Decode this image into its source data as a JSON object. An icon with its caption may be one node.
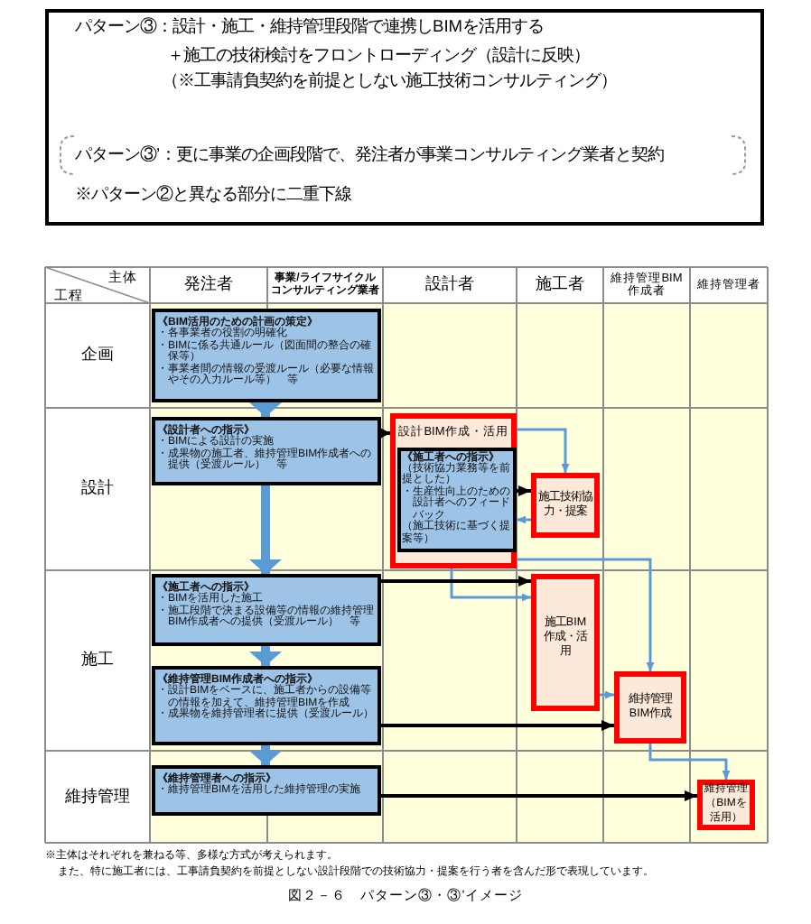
{
  "diagram": {
    "caption": "図２－６　パターン③・③’イメージ",
    "nodes": [
      {
        "text": [
          "パターン③：設計・施工・維持管理段階で連携しBIMを活用する",
          "＋施工の技術検討をフロントローディング（設計に反映）",
          "（※工事請負契約を前提としない施工技術コンサルティング）",
          "※パターン②と異なる部分に二重下線"
        ]
      },
      {
        "text": [
          "パターン③’：更に事業の企画段階で、発注者が事業コンサルティング業者と契約"
        ],
        "in": 0
      },
      {
        "text": [
          "《BIM活用のための計画の策定》",
          "・各事業者の役割の明確化",
          "・BIMに係る共通ルール（図面間の整合の確保等）",
          "・事業者間の情報の受渡ルール（必要な情報やその入力ルール等）　等"
        ]
      },
      {
        "text": [
          "《設計者への指示》",
          "・BIMによる設計の実施",
          "・成果物の施工者、維持管理BIM作成者への提供（受渡ルール）　等"
        ]
      },
      {
        "text": [
          "設計BIM作成・活用"
        ]
      },
      {
        "text": [
          "《施工者への指示》",
          "（技術協力業務等を前提とした）",
          "・生産性向上のための設計者へのフィードバック",
          "（施工技術に基づく提案等）"
        ],
        "in": 4
      },
      {
        "text": [
          "施工技術協力・提案"
        ]
      },
      {
        "text": [
          "《施工者への指示》",
          "・BIMを活用した施工",
          "・施工段階で決まる設備等の情報の維持管理BIM作成者への提供（受渡ルール）　等"
        ]
      },
      {
        "text": [
          "施工BIM作成・活用"
        ]
      },
      {
        "text": [
          "《維持管理BIM作成者への指示》",
          "・設計BIMをベースに、施工者からの設備等の情報を加えて、維持管理BIMを作成",
          "・成果物を維持管理者に提供（受渡ルール）"
        ]
      },
      {
        "text": [
          "維持管理BIM作成"
        ]
      },
      {
        "text": [
          "《維持管理者への指示》",
          "・維持管理BIMを活用した維持管理の実施"
        ]
      },
      {
        "text": [
          "維持管理（BIMを活用）"
        ]
      }
    ],
    "edges": [
      {
        "from": 2,
        "to": 3,
        "arrow": "to",
        "style": "thick"
      },
      {
        "from": 3,
        "to": 4,
        "arrow": "to",
        "color": "#000000"
      },
      {
        "from": 3,
        "to": 7,
        "arrow": "to",
        "style": "thick"
      },
      {
        "from": 4,
        "to": 6,
        "arrow": "to"
      },
      {
        "from": 5,
        "to": 6,
        "arrow": "to",
        "color": "#000000"
      },
      {
        "from": 6,
        "to": 4,
        "arrow": "to"
      },
      {
        "from": 4,
        "to": 8,
        "arrow": "to"
      },
      {
        "from": 4,
        "to": 10,
        "arrow": "to"
      },
      {
        "from": 7,
        "to": 8,
        "arrow": "to",
        "color": "#000000"
      },
      {
        "from": 7,
        "to": 9,
        "arrow": "to",
        "style": "thick"
      },
      {
        "from": 9,
        "to": 10,
        "arrow": "to",
        "color": "#000000"
      },
      {
        "from": 8,
        "to": 10,
        "arrow": "to"
      },
      {
        "from": 9,
        "to": 11,
        "arrow": "to",
        "style": "thick"
      },
      {
        "from": 10,
        "to": 12,
        "arrow": "to"
      },
      {
        "from": 11,
        "to": 12,
        "arrow": "to",
        "color": "#000000"
      }
    ],
    "labels": [
      "主体",
      "工程",
      "発注者",
      "事業/ライフサイクルコンサルティング業者",
      "設計者",
      "施工者",
      "維持管理BIM作成者",
      "維持管理者",
      "企画",
      "設計",
      "施工",
      "維持管理",
      "※主体はそれぞれを兼ねる等、多様な方式が考えられます。",
      "また、特に施工者には、工事請負契約を前提としない設計段階での技術協力・提案を行う者を含んだ形で表現しています。"
    ]
  }
}
